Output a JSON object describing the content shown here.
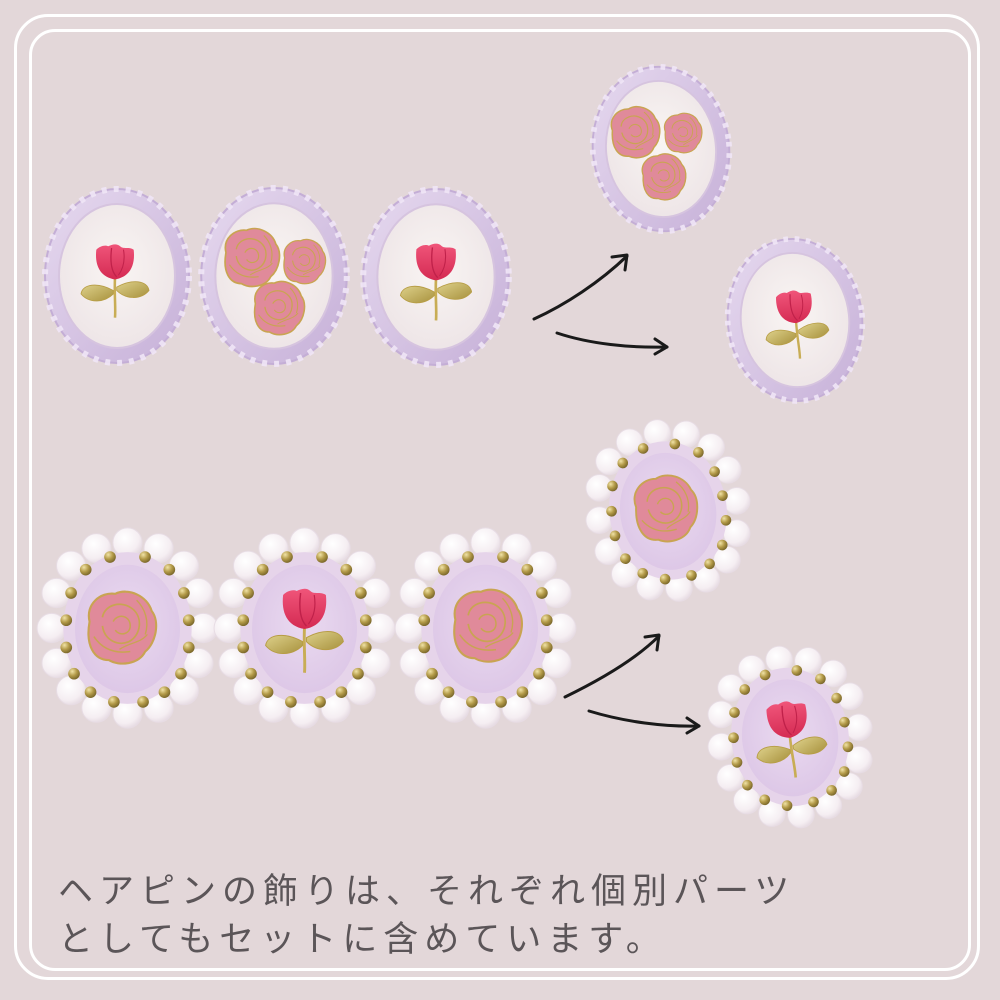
{
  "caption": {
    "line1": "ヘアピンの飾りは、それぞれ個別パーツ",
    "line2": "としてもセットに含めています。"
  },
  "colors": {
    "background": "#e3d7d9",
    "frame_border": "#ffffff",
    "scallop_frame": "#d8c6e6",
    "cameo_inner_cream": "#f4efee",
    "cameo_inner_lavender": "#e4d0ea",
    "pearl": "#fbf5f7",
    "gold_bead": "#b49a4a",
    "red_rose": "#e63a62",
    "pink_rose": "#e28a9c",
    "gold_leaf": "#c9b45c",
    "arrow": "#1a1a1a",
    "text": "#5b5558"
  },
  "sets": [
    {
      "name": "scalloped-lavender-set",
      "items": [
        "single-red-rose",
        "three-pink-roses",
        "single-red-rose"
      ],
      "separated_parts": [
        "three-pink-roses",
        "single-red-rose"
      ]
    },
    {
      "name": "pearl-gold-bead-set",
      "items": [
        "pink-rose",
        "single-red-rose",
        "pink-rose"
      ],
      "separated_parts": [
        "pink-rose",
        "single-red-rose"
      ]
    }
  ]
}
